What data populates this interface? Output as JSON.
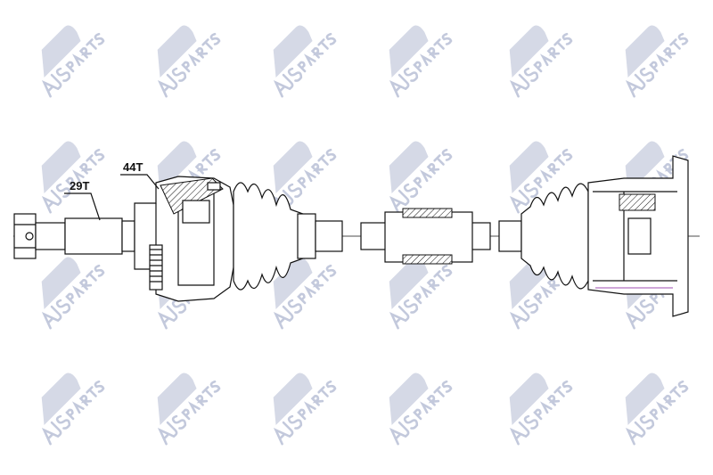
{
  "watermark": {
    "brand": "AJS",
    "suffix": "PARTS",
    "color": "#c3c9dc"
  },
  "labels": {
    "outer_spline": "29T",
    "abs_ring": "44T"
  },
  "colors": {
    "line": "#111111",
    "accent_line": "#b070c0"
  }
}
